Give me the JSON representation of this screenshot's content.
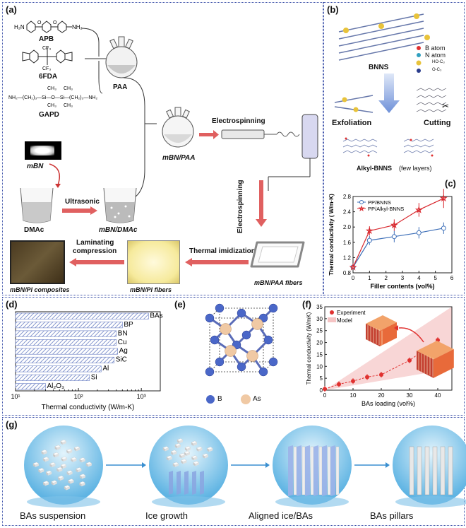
{
  "panels": {
    "a": {
      "letter": "(a)",
      "apb": "APB",
      "fda": "6FDA",
      "gapd": "GAPD",
      "paa": "PAA",
      "mbn_paa": "mBN/PAA",
      "electrospinning_h": "Electrospinning",
      "electrospinning_v": "Electrospinning",
      "mbn": "mBN",
      "ultrasonic": "Ultrasonic",
      "dmac": "DMAc",
      "mbn_dmac": "mBN/DMAc",
      "laminating1": "Laminating",
      "laminating2": "compression",
      "thermal_imid": "Thermal imidization",
      "mbn_pi_comp": "mBN/PI composites",
      "mbn_pi_fibers": "mBN/PI fibers",
      "mbn_paa_fibers": "mBN/PAA fibers"
    },
    "b": {
      "letter": "(b)",
      "bnns": "BNNS",
      "legend_b": "B atom",
      "legend_n": "N atom",
      "legend_ho": "HO-C₃",
      "legend_o": "O-C₃",
      "exfoliation": "Exfoliation",
      "cutting": "Cutting",
      "alkyl": "Alkyl-BNNS",
      "alkyl_note": "(few layers)"
    },
    "c": {
      "letter": "(c)"
    },
    "d": {
      "letter": "(d)"
    },
    "e": {
      "letter": "(e)",
      "legend_b": "B",
      "legend_as": "As"
    },
    "f": {
      "letter": "(f)"
    },
    "g": {
      "letter": "(g)",
      "steps": [
        "BAs suspension",
        "Ice growth",
        "Aligned ice/BAs",
        "BAs pillars"
      ]
    }
  },
  "chart_data": [
    {
      "id": "c",
      "type": "line",
      "xlabel": "Filler contents (vol%)",
      "ylabel": "Thermal conductivity ( W/m·K)",
      "xlim": [
        0,
        6
      ],
      "ylim": [
        0.8,
        2.8
      ],
      "xticks": [
        "0",
        "1",
        "2",
        "3",
        "4",
        "5",
        "6"
      ],
      "yticks": [
        "0.8",
        "1.2",
        "1.6",
        "2.0",
        "2.4",
        "2.8"
      ],
      "legend_position": "top-left",
      "series": [
        {
          "name": "PP/BNNS",
          "color": "#3d6fb8",
          "marker": "circle",
          "x": [
            0,
            1,
            2.5,
            4,
            5.5
          ],
          "values": [
            0.95,
            1.65,
            1.75,
            1.85,
            1.97
          ],
          "err": [
            0.05,
            0.12,
            0.15,
            0.15,
            0.15
          ]
        },
        {
          "name": "PP/Alkyl-BNNS",
          "color": "#d8262c",
          "marker": "star",
          "x": [
            0,
            1,
            2.5,
            4,
            5.5
          ],
          "values": [
            0.95,
            1.9,
            2.05,
            2.45,
            2.75
          ],
          "err": [
            0.05,
            0.12,
            0.15,
            0.18,
            0.25
          ]
        }
      ]
    },
    {
      "id": "d",
      "type": "bar",
      "orientation": "horizontal",
      "xlabel": "Thermal conductivity (W/m-K)",
      "xscale": "log",
      "xlim": [
        10,
        2000
      ],
      "xticks": [
        "10¹",
        "10²",
        "10³"
      ],
      "categories": [
        "BAs",
        "BP",
        "BN",
        "Cu",
        "Ag",
        "SiC",
        "Al",
        "Si",
        "Al₂O₃"
      ],
      "values": [
        1300,
        500,
        400,
        400,
        420,
        370,
        230,
        150,
        30
      ],
      "color": "#6a7fc4"
    },
    {
      "id": "f",
      "type": "scatter",
      "xlabel": "BAs loading (vol%)",
      "ylabel": "Thermal conductivity (W/mK)",
      "xlim": [
        0,
        45
      ],
      "ylim": [
        0,
        35
      ],
      "xticks": [
        "0",
        "10",
        "20",
        "30",
        "40"
      ],
      "yticks": [
        "0",
        "5",
        "10",
        "15",
        "20",
        "25",
        "30",
        "35"
      ],
      "legend_position": "top-left",
      "series": [
        {
          "name": "Experiment",
          "color": "#e0312f",
          "x": [
            0,
            5,
            10,
            15,
            20,
            30,
            40
          ],
          "values": [
            0.5,
            2.5,
            3.8,
            5.5,
            6.5,
            12.5,
            21
          ]
        },
        {
          "name": "Model",
          "color": "#f5c4c4",
          "band": true
        }
      ]
    }
  ]
}
